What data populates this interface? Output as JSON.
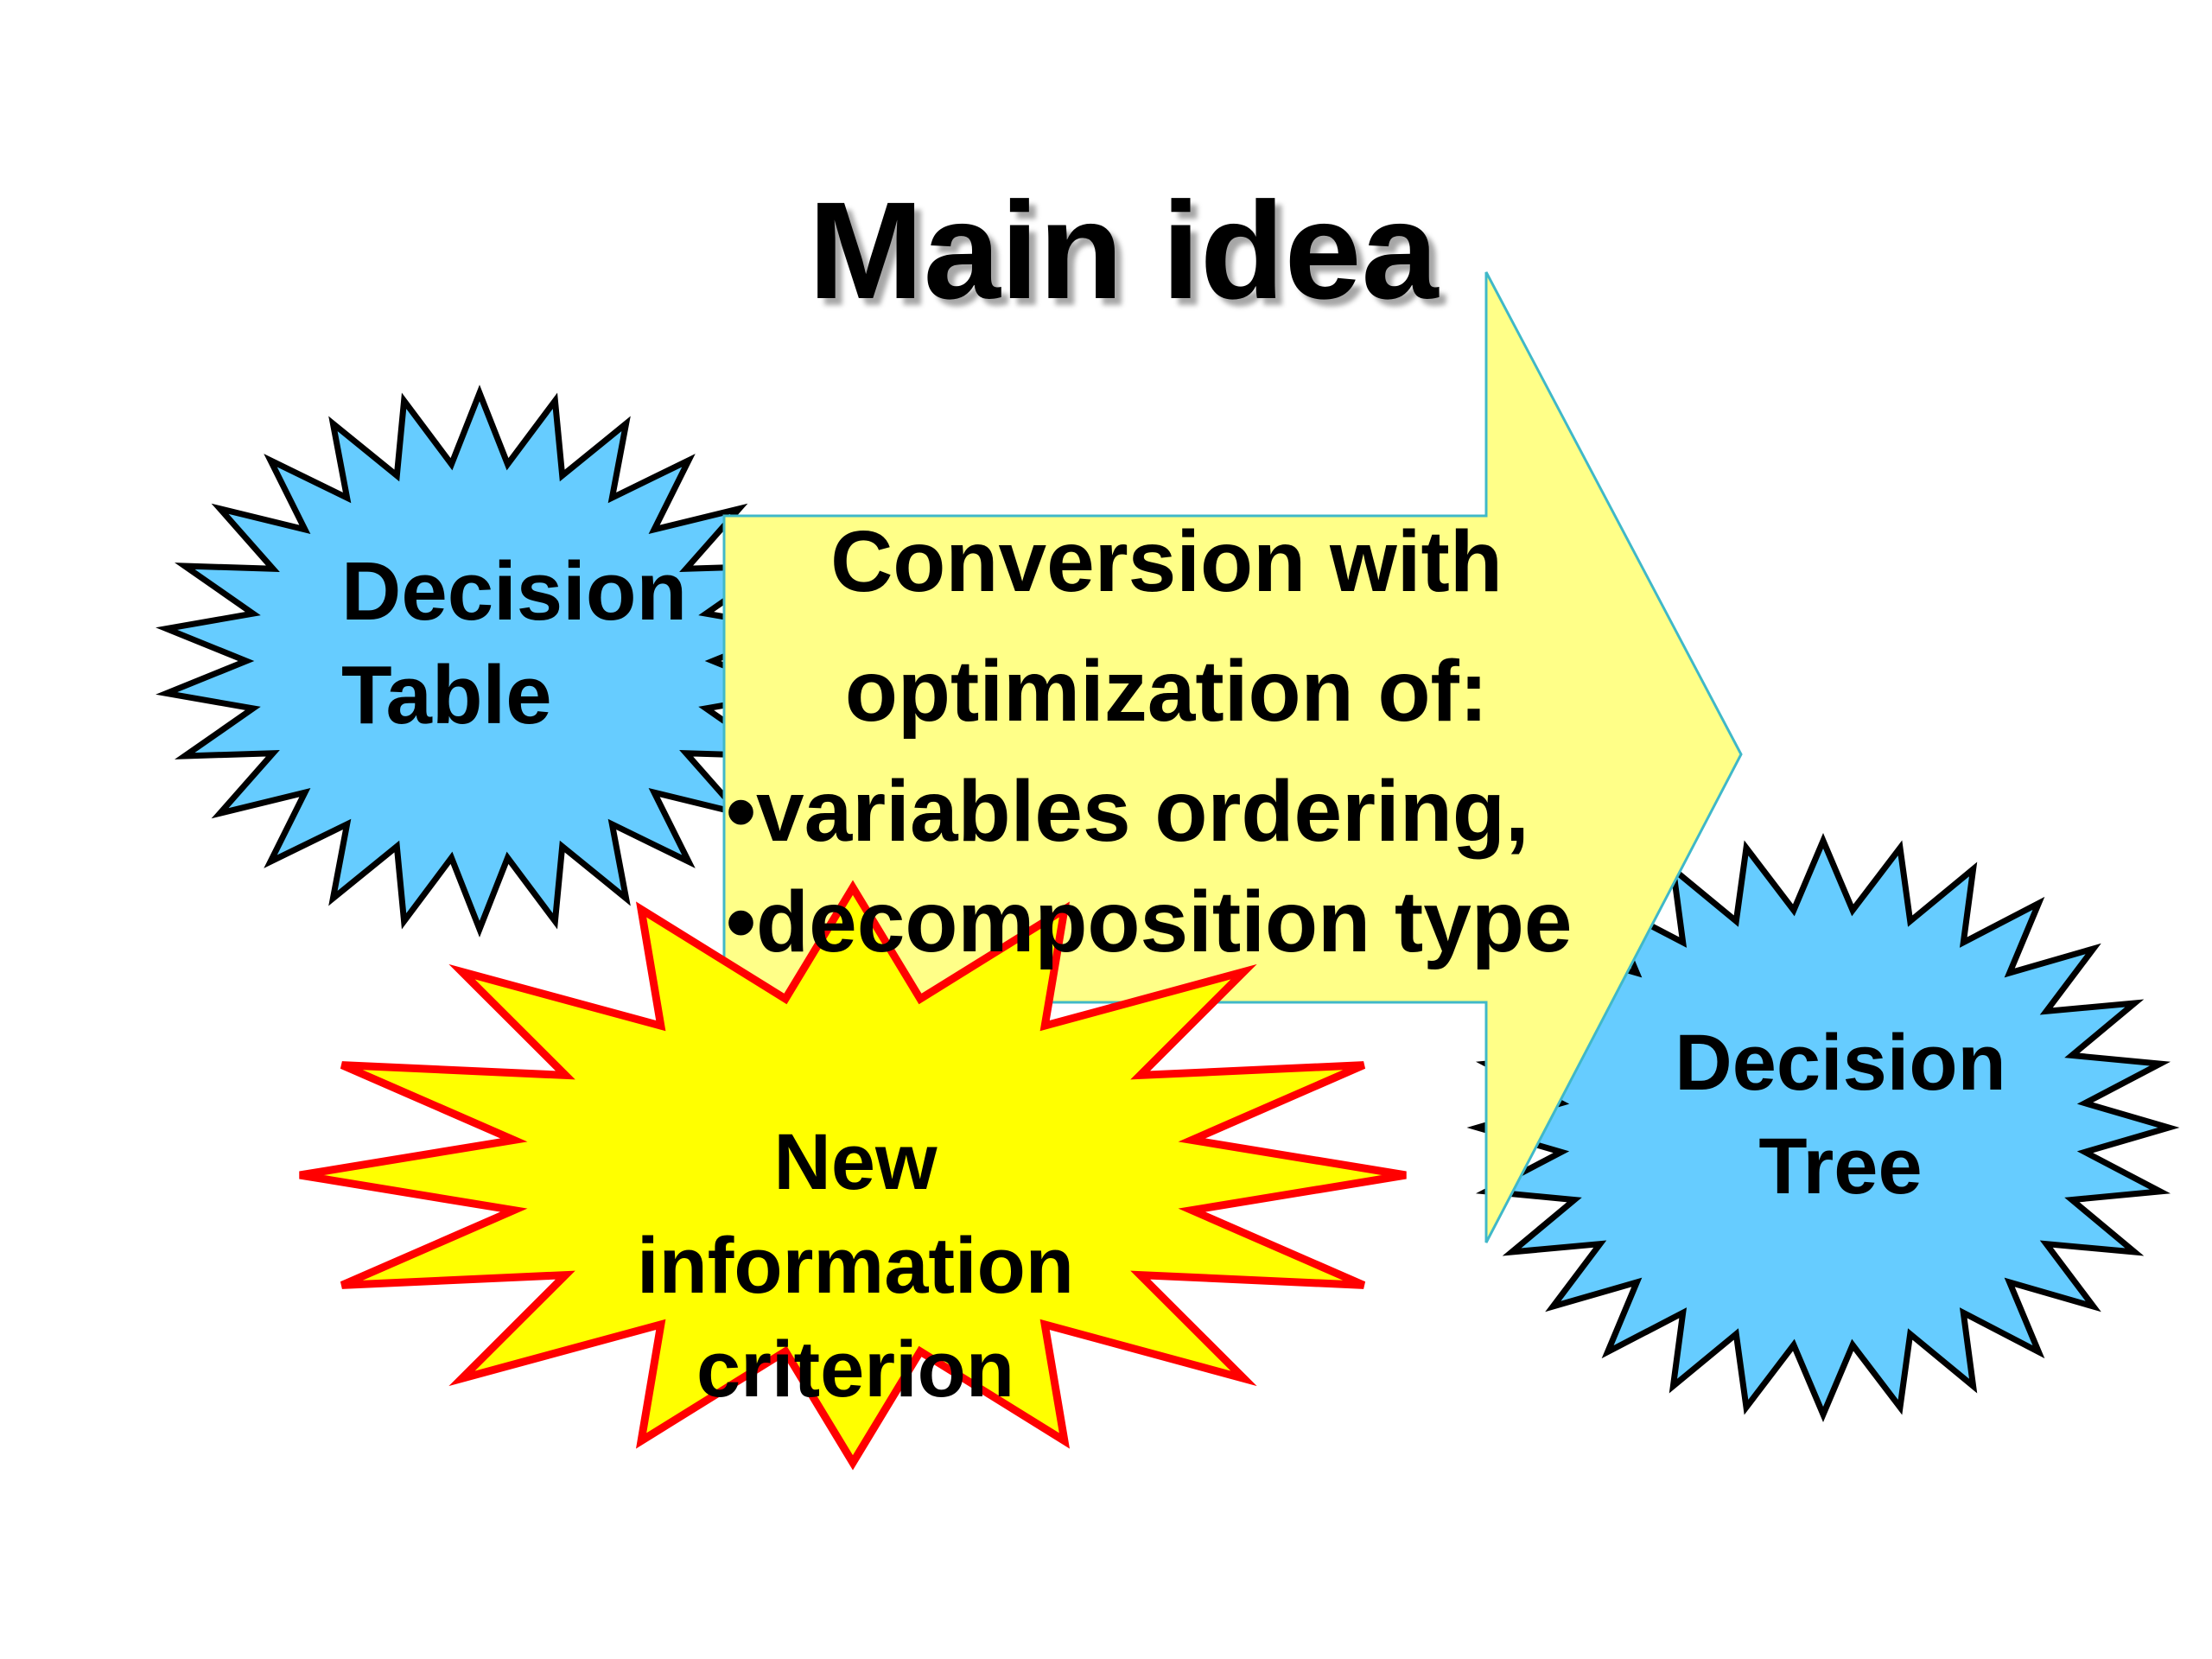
{
  "title": "Main idea",
  "decision_table": {
    "lines": [
      "Decision",
      "Table"
    ]
  },
  "arrow": {
    "heading": [
      "Conversion with",
      "optimization of:"
    ],
    "bullets": [
      "•variables ordering,",
      "•decomposition type"
    ]
  },
  "criterion_burst": {
    "lines": [
      "New",
      "information",
      "criterion"
    ]
  },
  "decision_tree": {
    "lines": [
      "Decision",
      "Tree"
    ]
  },
  "colors": {
    "blue_star_fill": "#66CCFF",
    "star_outline": "#000000",
    "arrow_fill": "#FFFF88",
    "arrow_outline": "#40B8C8",
    "burst_fill": "#FFFF00",
    "burst_outline": "#FF0000"
  }
}
